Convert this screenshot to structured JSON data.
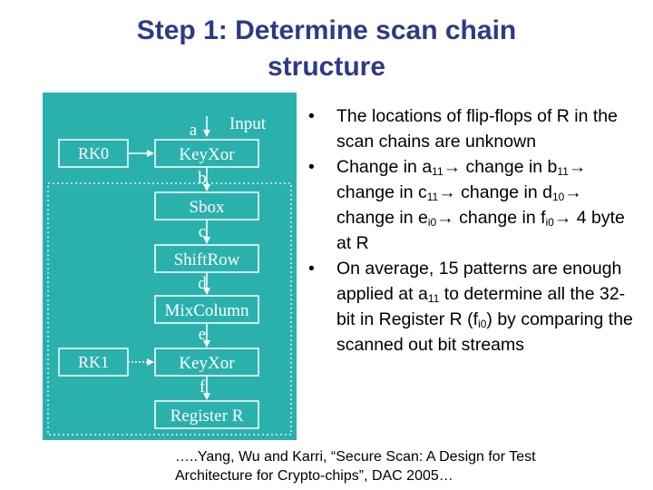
{
  "slide": {
    "title_line1": "Step 1: Determine scan chain",
    "title_line2": "structure"
  },
  "diagram": {
    "colors": {
      "background": "#2bb1ad",
      "box": "#2bb1ad",
      "line": "#ffffff",
      "text": "#ffffff"
    },
    "input_label": "Input",
    "key_labels": [
      "RK0",
      "RK1"
    ],
    "signal_labels": [
      "a",
      "b",
      "c",
      "d",
      "e",
      "f"
    ],
    "blocks": [
      "KeyXor",
      "Sbox",
      "ShiftRow",
      "MixColumn",
      "KeyXor",
      "Register R"
    ]
  },
  "bullets": {
    "b1": {
      "text": "The locations of flip-flops of R in the scan chains are unknown"
    },
    "b2": {
      "p1": "Change in a",
      "s1": "11",
      "p2": " change in b",
      "s2": "11",
      "p3": " change in c",
      "s3": "11",
      "p4": " change in d",
      "s4": "10",
      "p5": " change in e",
      "s5": "i0",
      "p6": " change in f",
      "s6": "i0",
      "p7": " 4 byte at R"
    },
    "b3": {
      "p1": "On average, 15 patterns are enough applied at a",
      "s1": "11",
      "p2": " to determine all the 32-bit in Register R (f",
      "s2": "i0",
      "p3": ") by comparing the scanned out bit streams"
    }
  },
  "reference": {
    "line1": "…..Yang, Wu and Karri, “Secure Scan: A Design for Test",
    "line2": "Architecture for Crypto-chips”, DAC 2005…"
  }
}
